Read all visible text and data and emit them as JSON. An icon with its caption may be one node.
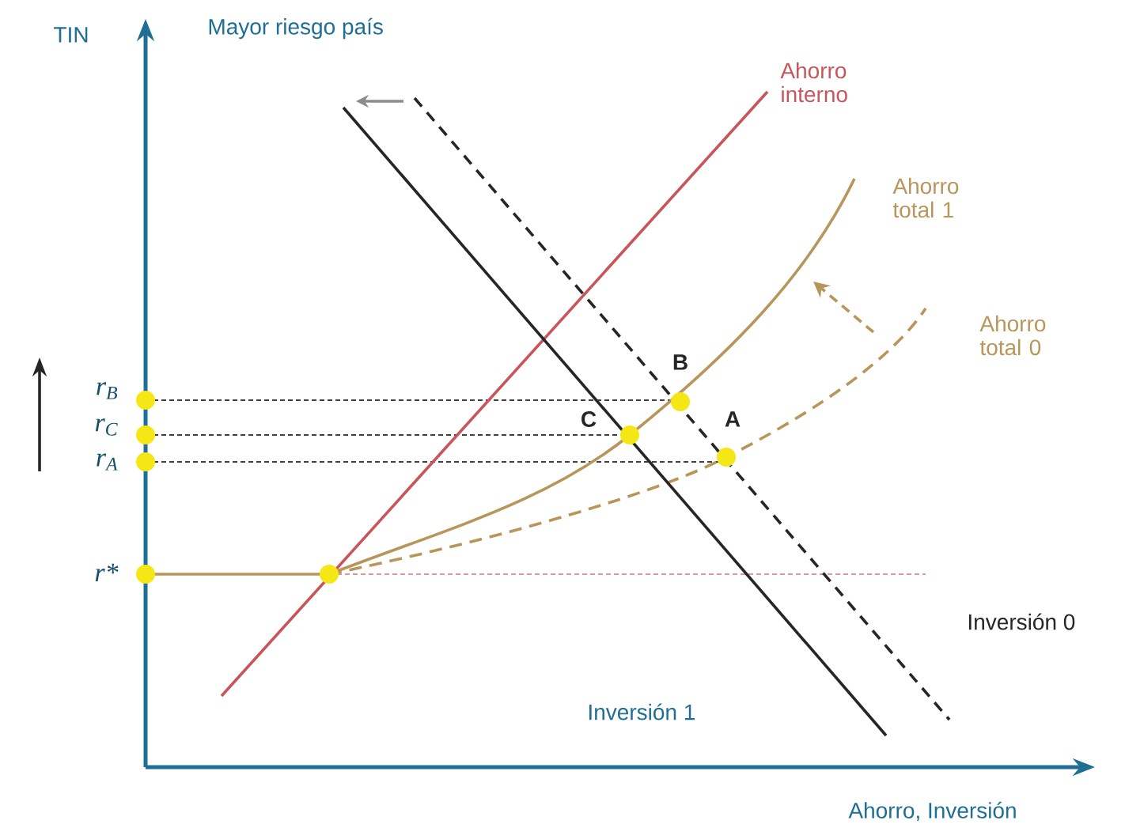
{
  "diagram": {
    "labels": [
      "TIN",
      "Mayor riesgo país",
      "Ahorro interno",
      "Ahorro total 1",
      "Ahorro total 0",
      "B",
      "r$_{B}$",
      "C",
      "A",
      "r$_{C}$",
      "r$_{A}$",
      "r*",
      "Inversión 0",
      "Inversión 1",
      "Ahorro, Inversión"
    ]
  }
}
